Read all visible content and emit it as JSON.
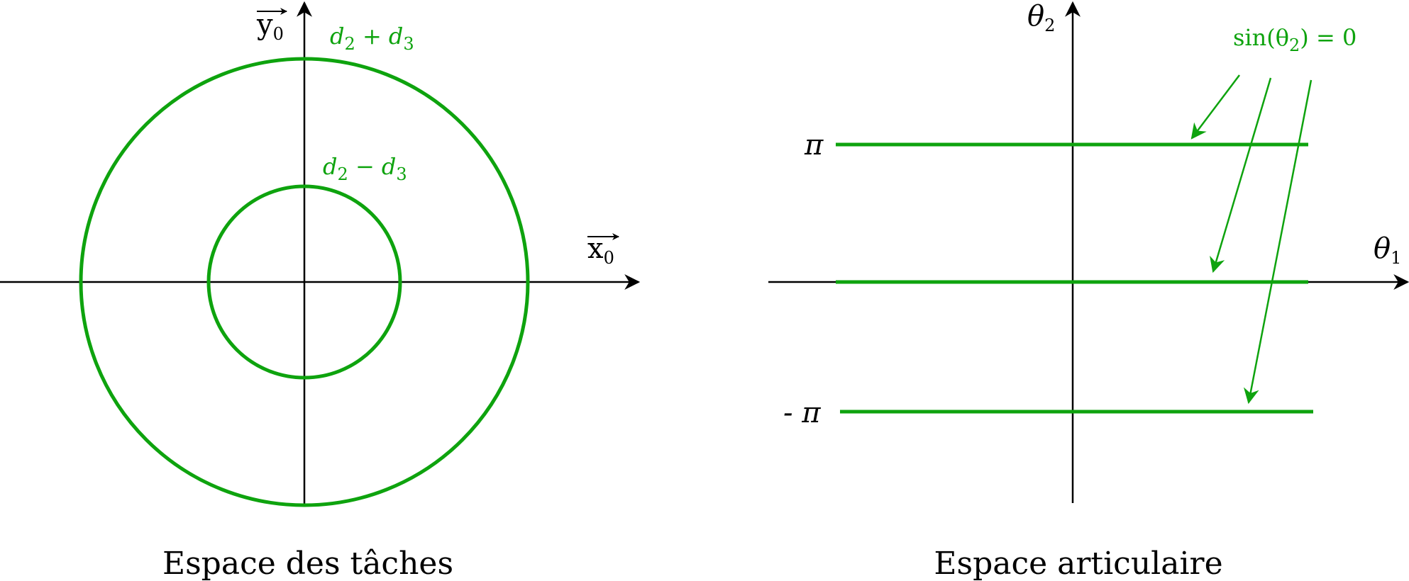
{
  "left": {
    "x_axis": {
      "label": "x",
      "sub": "0"
    },
    "y_axis": {
      "label": "y",
      "sub": "0"
    },
    "outer_label": {
      "a": "d",
      "a_sub": "2",
      "op": " + ",
      "b": "d",
      "b_sub": "3"
    },
    "inner_label": {
      "a": "d",
      "a_sub": "2",
      "op": " − ",
      "b": "d",
      "b_sub": "3"
    },
    "caption": "Espace des tâches"
  },
  "right": {
    "x_axis": {
      "label": "θ",
      "sub": "1"
    },
    "y_axis": {
      "label": "θ",
      "sub": "2"
    },
    "pi_label": "π",
    "minus_pi_label": "- π",
    "condition": {
      "pre": "sin(θ",
      "sub": "2",
      "post": ") = 0"
    },
    "caption": "Espace articulaire"
  },
  "colors": {
    "curve": "#0ea30e",
    "axis": "#000000"
  }
}
